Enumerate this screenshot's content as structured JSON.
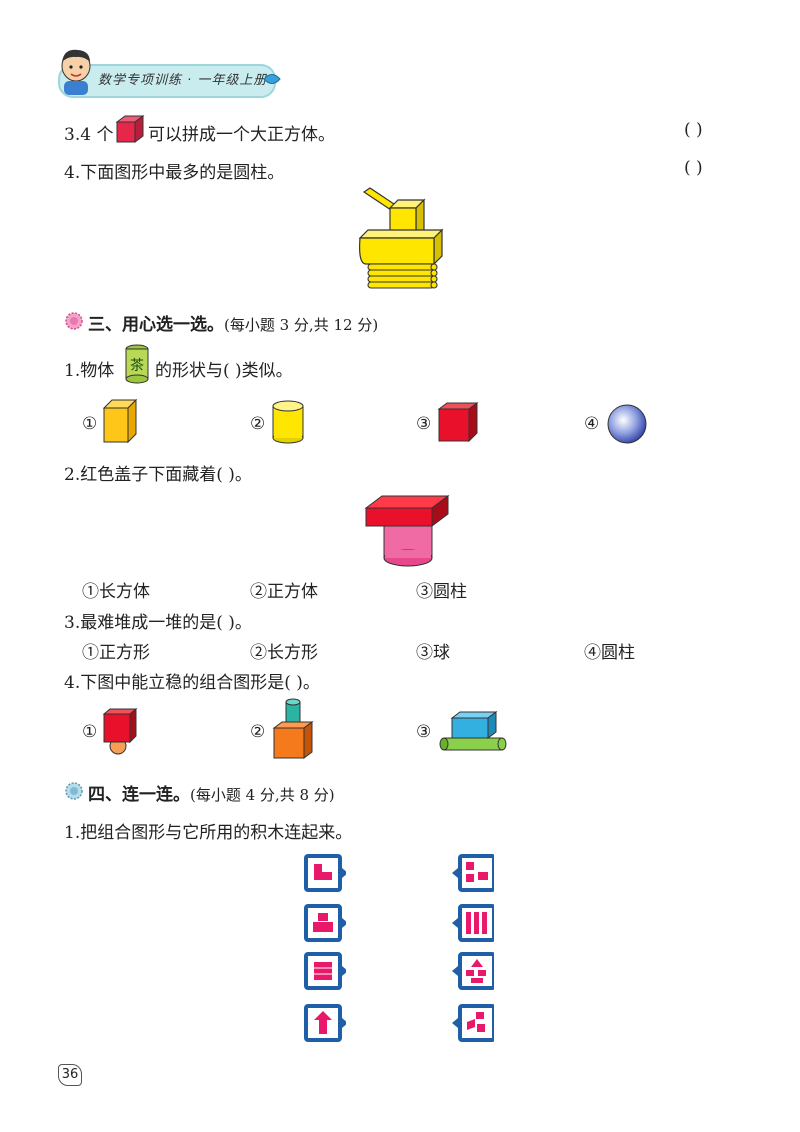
{
  "header": {
    "title": "数学专项训练 · 一年级上册"
  },
  "judge": [
    {
      "pre": "3.4 个",
      "post": "可以拼成一个大正方体。",
      "paren": "(      )"
    },
    {
      "text": "4.下面图形中最多的是圆柱。",
      "paren": "(      )"
    }
  ],
  "section3": {
    "title": "三、用心选一选。",
    "score": "(每小题 3 分,共 12 分)",
    "q1": {
      "pre": "1.物体",
      "can_label": "茶",
      "post": "的形状与(      )类似。",
      "marks": [
        "①",
        "②",
        "③",
        "④"
      ]
    },
    "q2": {
      "text": "2.红色盖子下面藏着(      )。",
      "options": [
        "①长方体",
        "②正方体",
        "③圆柱"
      ]
    },
    "q3": {
      "text": "3.最难堆成一堆的是(      )。",
      "options": [
        "①正方形",
        "②长方形",
        "③球",
        "④圆柱"
      ]
    },
    "q4": {
      "text": "4.下图中能立稳的组合图形是(      )。",
      "marks": [
        "①",
        "②",
        "③"
      ]
    }
  },
  "section4": {
    "title": "四、连一连。",
    "score": "(每小题 4 分,共 8 分)",
    "q1": {
      "text": "1.把组合图形与它所用的积木连起来。"
    }
  },
  "page_number": "36",
  "colors": {
    "red": "#e8102a",
    "yellow": "#ffe600",
    "blue": "#1f5fa8",
    "pink": "#e8196a",
    "orange": "#f57a1c",
    "teal": "#2bb3a3"
  }
}
